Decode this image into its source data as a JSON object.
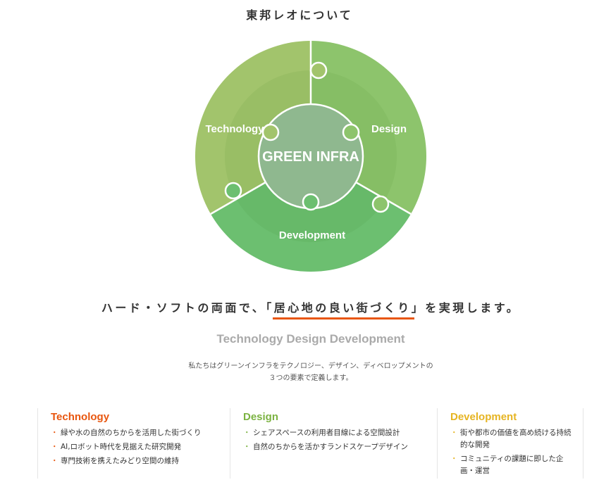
{
  "header": {
    "title": "東邦レオについて"
  },
  "diagram": {
    "center_label": "GREEN INFRA",
    "segments": [
      {
        "label": "Technology",
        "color": "#a2c46c"
      },
      {
        "label": "Design",
        "color": "#8dc46c"
      },
      {
        "label": "Development",
        "color": "#6cbf70"
      }
    ],
    "center_color": "#8fb88f"
  },
  "tagline": {
    "before": "ハード・ソフトの両面で、「",
    "highlight": "居心地の良い街づくり",
    "after": "」を実現します。",
    "underline_color": "#e8560f"
  },
  "subheading": "Technology Design Development",
  "description": {
    "line1": "私たちはグリーンインフラをテクノロジー、デザイン、ディベロップメントの",
    "line2": "３つの要素で定義します。"
  },
  "columns": [
    {
      "title": "Technology",
      "color": "#e8560f",
      "items": [
        "緑や水の自然のちからを活用した街づくり",
        "AI,ロボット時代を見据えた研究開発",
        "専門技術を携えたみどり空間の維持"
      ]
    },
    {
      "title": "Design",
      "color": "#7cb342",
      "items": [
        "シェアスペースの利用者目線による空間設計",
        "自然のちからを活かすランドスケープデザイン"
      ]
    },
    {
      "title": "Development",
      "color": "#e6b422",
      "items": [
        "街や都市の価値を高め続ける持続的な開発",
        "コミュニティの課題に即した企画・運営"
      ]
    }
  ]
}
